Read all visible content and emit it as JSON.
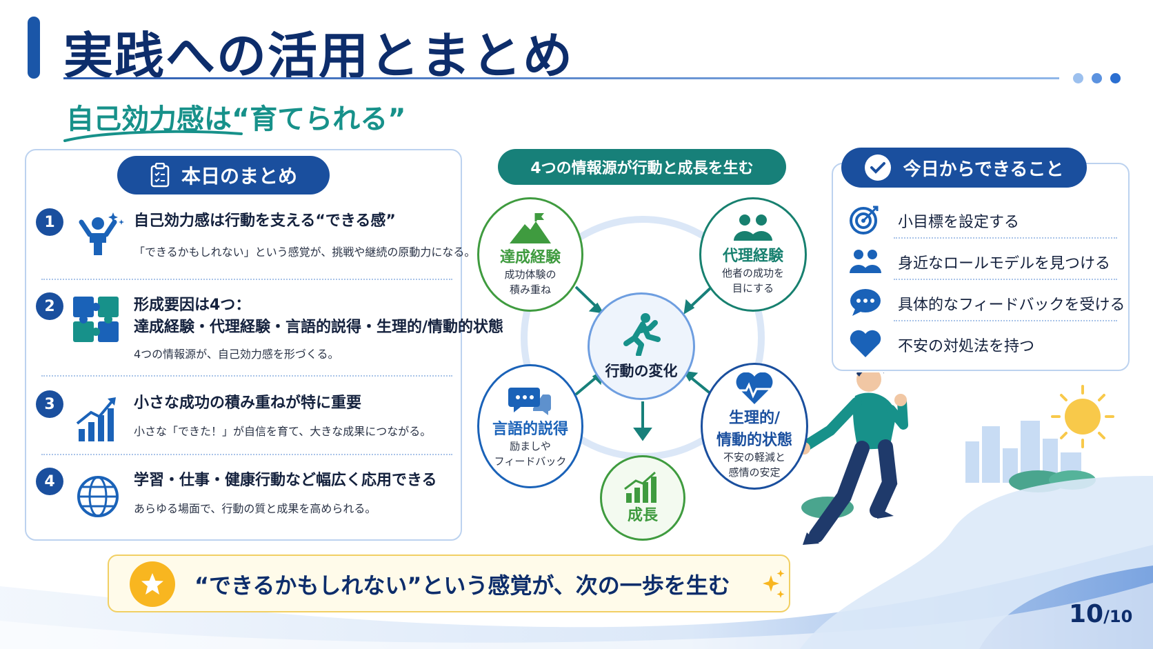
{
  "title": "実践への活用とまとめ",
  "subtitle": "自己効力感は“育てられる”",
  "summary": {
    "header": "本日のまとめ",
    "items": [
      {
        "number": "1",
        "heading": "自己効力感は行動を支える“できる感”",
        "heading2": "",
        "desc": "「できるかもしれない」という感覚が、挑戦や継続の原動力になる。",
        "icon": "person-cheer-icon"
      },
      {
        "number": "2",
        "heading": "形成要因は4つ：",
        "heading2": "達成経験・代理経験・言語的説得・生理的/情動的状態",
        "desc": "4つの情報源が、自己効力感を形づくる。",
        "icon": "puzzle-icon"
      },
      {
        "number": "3",
        "heading": "小さな成功の積み重ねが特に重要",
        "heading2": "",
        "desc": "小さな「できた！」が自信を育て、大きな成果につながる。",
        "icon": "growth-chart-icon"
      },
      {
        "number": "4",
        "heading": "学習・仕事・健康行動など幅広く応用できる",
        "heading2": "",
        "desc": "あらゆる場面で、行動の質と成果を高められる。",
        "icon": "globe-icon"
      }
    ]
  },
  "diagram": {
    "header": "4つの情報源が行動と成長を生む",
    "center": "行動の変化",
    "result": "成長",
    "sources": [
      {
        "title": "達成経験",
        "sub1": "成功体験の",
        "sub2": "積み重ね",
        "color": "#3f9b3f",
        "icon": "mountain-flag-icon"
      },
      {
        "title": "代理経験",
        "sub1": "他者の成功を",
        "sub2": "目にする",
        "color": "#17806f",
        "icon": "people-icon"
      },
      {
        "title": "言語的説得",
        "sub1": "励ましや",
        "sub2": "フィードバック",
        "color": "#1a62b8",
        "icon": "speech-bubbles-icon"
      },
      {
        "title": "生理的/",
        "title2": "情動的状態",
        "sub1": "不安の軽減と",
        "sub2": "感情の安定",
        "color": "#1a4f9e",
        "icon": "heartbeat-icon"
      }
    ]
  },
  "todo": {
    "header": "今日からできること",
    "items": [
      {
        "text": "小目標を設定する",
        "icon": "target-icon"
      },
      {
        "text": "身近なロールモデルを見つける",
        "icon": "people-icon"
      },
      {
        "text": "具体的なフィードバックを受ける",
        "icon": "chat-icon"
      },
      {
        "text": "不安の対処法を持つ",
        "icon": "heart-icon"
      }
    ]
  },
  "banner": {
    "text": "“できるかもしれない”という感覚が、次の一歩を生む"
  },
  "page": {
    "current": "10",
    "total": "/10"
  },
  "colors": {
    "navy": "#0d2d6b",
    "blue": "#1a4f9e",
    "teal": "#17918a",
    "green": "#3f9b3f",
    "gold": "#f8b620"
  }
}
